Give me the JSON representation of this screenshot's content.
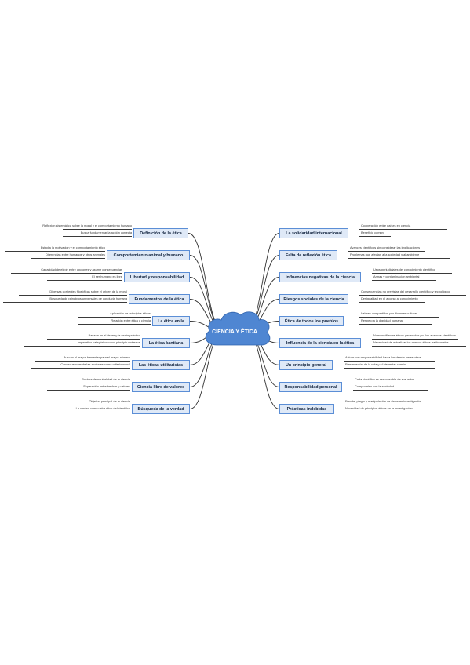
{
  "center": {
    "label": "CIENCIA Y ÉTICA"
  },
  "colors": {
    "cloud": "#4f86d2",
    "box_border": "#5b8ed6",
    "box_fill": "#dfe9f7",
    "connector": "#333333"
  },
  "left_branches": [
    {
      "label": "Definición de la ética",
      "notes": [
        "Reflexión sistemática sobre la moral y el comportamiento humano",
        "Busca fundamentar la acción correcta"
      ]
    },
    {
      "label": "Comportamiento animal y humano",
      "notes": [
        "Estudia la motivación y el comportamiento ético",
        "Diferencias entre humanos y otros animales"
      ]
    },
    {
      "label": "Libertad y responsabilidad",
      "notes": [
        "Capacidad de elegir entre opciones y asumir consecuencias",
        "El ser humano es libre"
      ]
    },
    {
      "label": "Fundamentos de la ética",
      "notes": [
        "Diversas corrientes filosóficas sobre el origen de la moral",
        "Búsqueda de principios universales de conducta humana"
      ]
    },
    {
      "label": "La ética en la",
      "notes": [
        "Aplicación de principios éticos",
        "Relación entre ética y ciencia"
      ]
    },
    {
      "label": "La ética kantiana",
      "notes": [
        "Basada en el deber y la razón práctica",
        "Imperativo categórico como principio universal"
      ]
    },
    {
      "label": "Las éticas utilitaristas",
      "notes": [
        "Buscan el mayor bienestar para el mayor número",
        "Consecuencias de las acciones como criterio moral"
      ]
    },
    {
      "label": "Ciencia libre de valores",
      "notes": [
        "Postura de neutralidad de la ciencia",
        "Separación entre hechos y valores"
      ]
    },
    {
      "label": "Búsqueda de la verdad",
      "notes": [
        "Objetivo principal de la ciencia",
        "La verdad como valor ético del científico"
      ]
    }
  ],
  "right_branches": [
    {
      "label": "La solidaridad internacional",
      "notes": [
        "Cooperación entre países en ciencia",
        "Beneficio común"
      ]
    },
    {
      "label": "Falta de reflexión ética",
      "notes": [
        "Avances científicos sin considerar las implicaciones",
        "Problemas que afectan a la sociedad y al ambiente"
      ]
    },
    {
      "label": "Influencias negativas de la ciencia",
      "notes": [
        "Usos perjudiciales del conocimiento científico",
        "Armas y contaminación ambiental"
      ]
    },
    {
      "label": "Riesgos sociales de la ciencia",
      "notes": [
        "Consecuencias no previstas del desarrollo científico y tecnológico",
        "Desigualdad en el acceso al conocimiento"
      ]
    },
    {
      "label": "Ética de todos los pueblos",
      "notes": [
        "Valores compartidos por diversas culturas",
        "Respeto a la dignidad humana"
      ]
    },
    {
      "label": "Influencia de la ciencia en la ética",
      "notes": [
        "Nuevos dilemas éticos generados por los avances científicos",
        "Necesidad de actualizar los marcos éticos tradicionales"
      ]
    },
    {
      "label": "Un principio general",
      "notes": [
        "Actuar con responsabilidad hacia los demás seres vivos",
        "Preservación de la vida y el bienestar común"
      ]
    },
    {
      "label": "Responsabilidad personal",
      "notes": [
        "Cada científico es responsable de sus actos",
        "Compromiso con la sociedad"
      ]
    },
    {
      "label": "Prácticas indebidas",
      "notes": [
        "Fraude, plagio y manipulación de datos en investigación",
        "Necesidad de principios éticos en la investigación"
      ]
    }
  ]
}
